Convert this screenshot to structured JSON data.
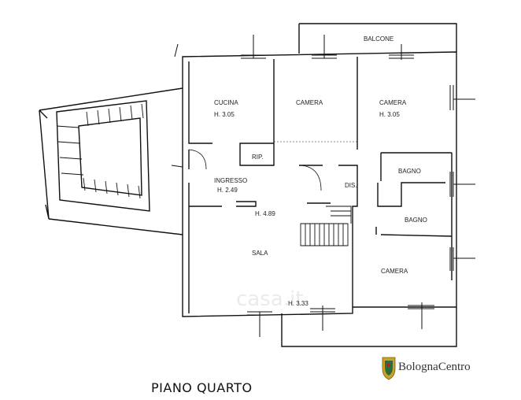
{
  "rooms": {
    "balcone": "BALCONE",
    "cucina": "CUCINA",
    "cucina_h": "H. 3.05",
    "camera1": "CAMERA",
    "camera2": "CAMERA",
    "camera2_h": "H. 3.05",
    "rip": "RIP.",
    "ingresso": "INGRESSO",
    "ingresso_h": "H. 2.49",
    "dis": "DIS.",
    "bagno1": "BAGNO",
    "bagno2": "BAGNO",
    "h_stair": "H. 4.89",
    "sala": "SALA",
    "sala_h": "H. 3.33",
    "camera3": "CAMERA"
  },
  "floor_title": "PIANO QUARTO",
  "brand": {
    "name": "BolognaCentro",
    "shield_colors": {
      "gold": "#c9a227",
      "green": "#2f6b3a",
      "red": "#b32222"
    }
  },
  "watermark": "casa.it"
}
